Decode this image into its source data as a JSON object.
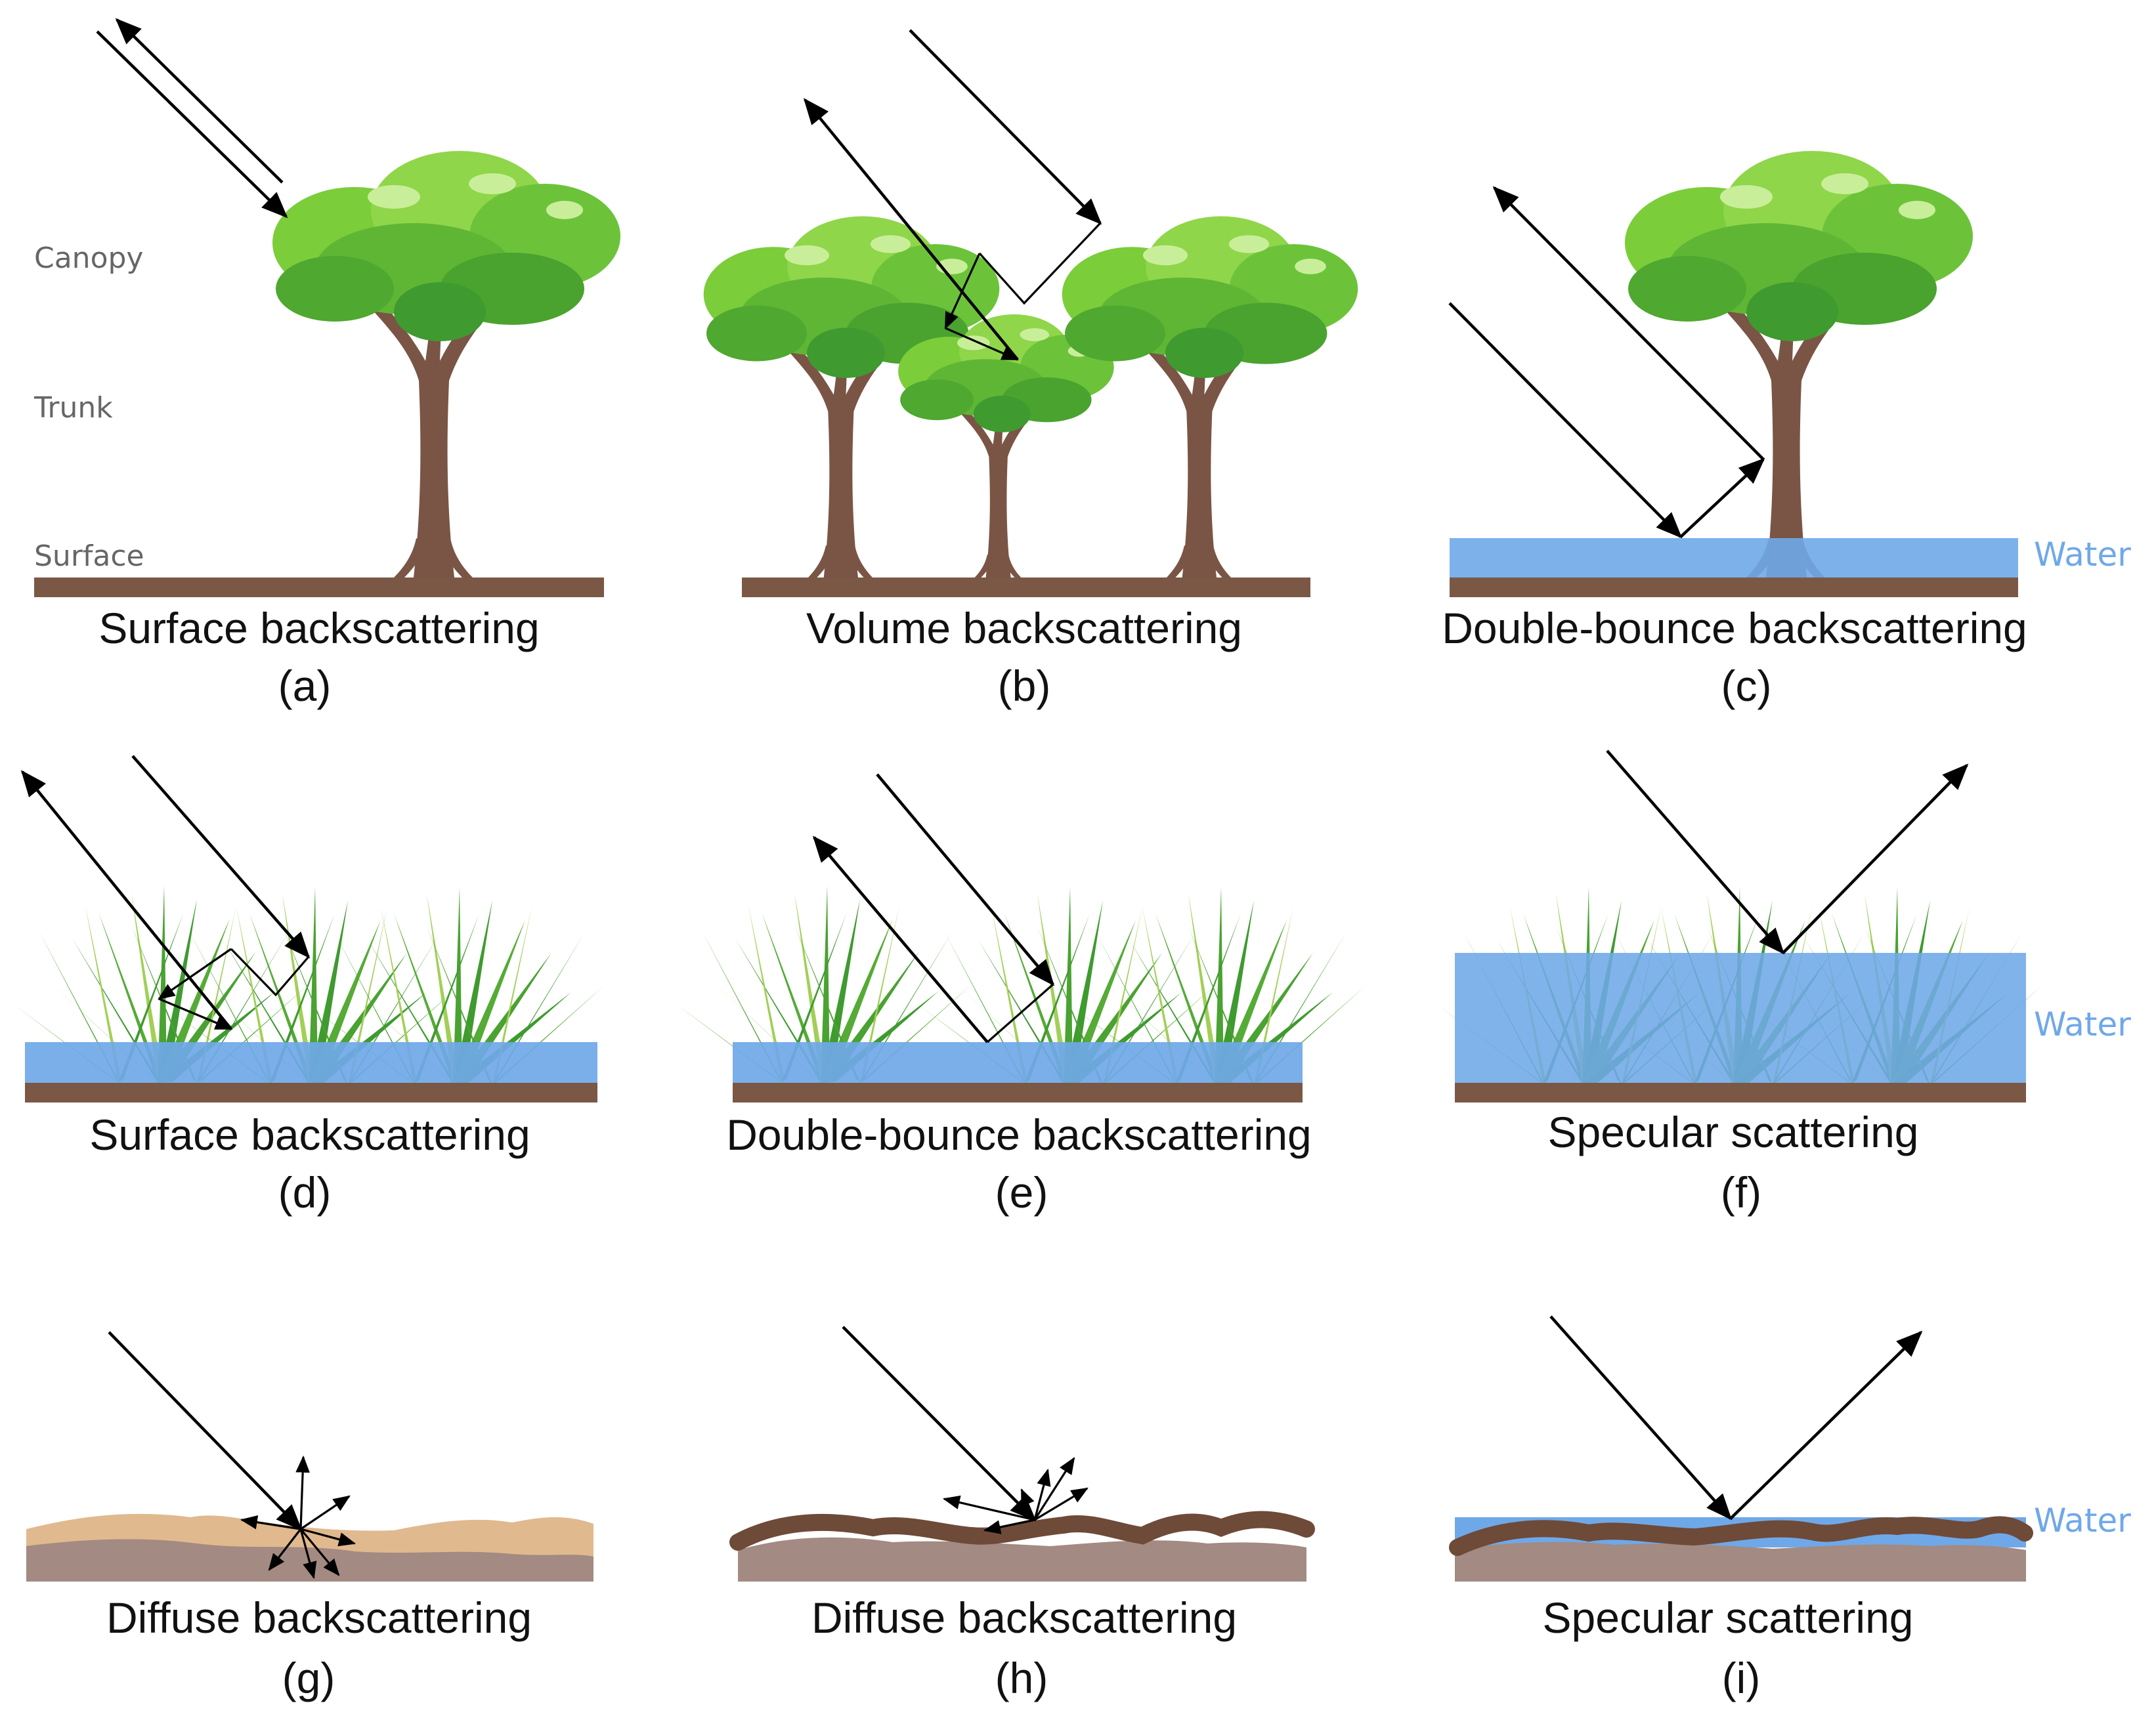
{
  "colors": {
    "water": "#6fa8e8",
    "water_label": "#6fa8e8",
    "soil": "#7a5845",
    "trunk": "#7a5545",
    "canopy_light": "#8fd64a",
    "canopy_dark": "#3f9a30",
    "grass": "#4aa232",
    "grass_light": "#a2cf57"
  },
  "layer_labels": {
    "canopy": "Canopy",
    "trunk": "Trunk",
    "surface": "Surface"
  },
  "water_label": "Water",
  "panels": [
    {
      "caption": "Surface backscattering",
      "letter": "(a)"
    },
    {
      "caption": "Volume backscattering",
      "letter": "(b)"
    },
    {
      "caption": "Double-bounce backscattering",
      "letter": "(c)"
    },
    {
      "caption": "Surface backscattering",
      "letter": "(d)"
    },
    {
      "caption": "Double-bounce backscattering",
      "letter": "(e)"
    },
    {
      "caption": "Specular scattering",
      "letter": "(f)"
    },
    {
      "caption": "Diffuse backscattering",
      "letter": "(g)"
    },
    {
      "caption": "Diffuse backscattering",
      "letter": "(h)"
    },
    {
      "caption": "Specular scattering",
      "letter": "(i)"
    }
  ]
}
